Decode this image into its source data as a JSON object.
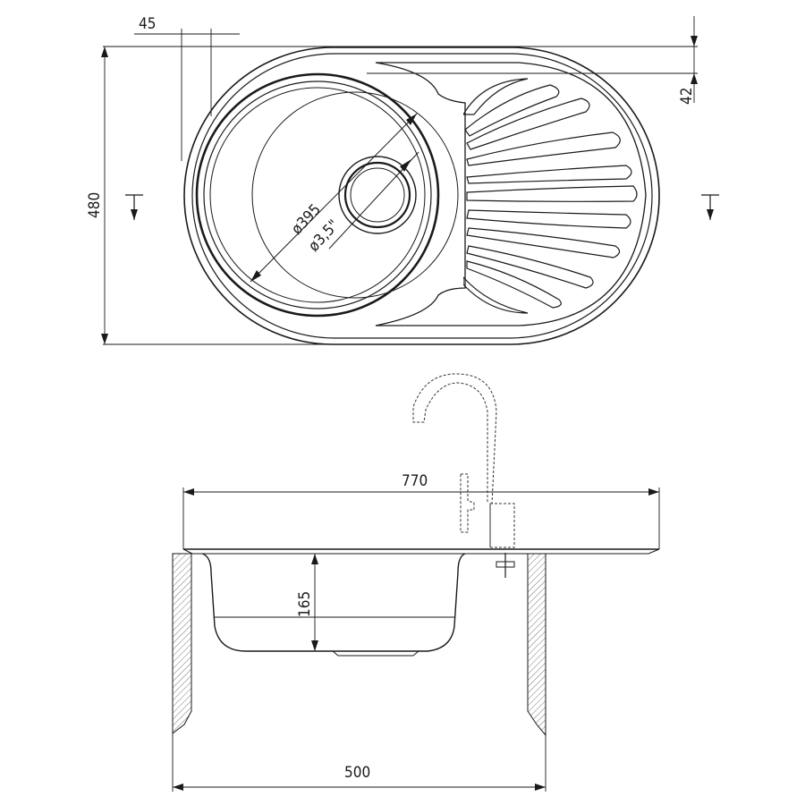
{
  "drawing": {
    "top_view": {
      "dimensions": {
        "rim_offset": "45",
        "drainer_offset": "42",
        "height": "480",
        "bowl_diameter": "ø395",
        "drain_diameter": "ø3,5\""
      }
    },
    "side_view": {
      "dimensions": {
        "overall_width": "770",
        "bowl_depth": "165",
        "cabinet_width": "500"
      }
    }
  }
}
